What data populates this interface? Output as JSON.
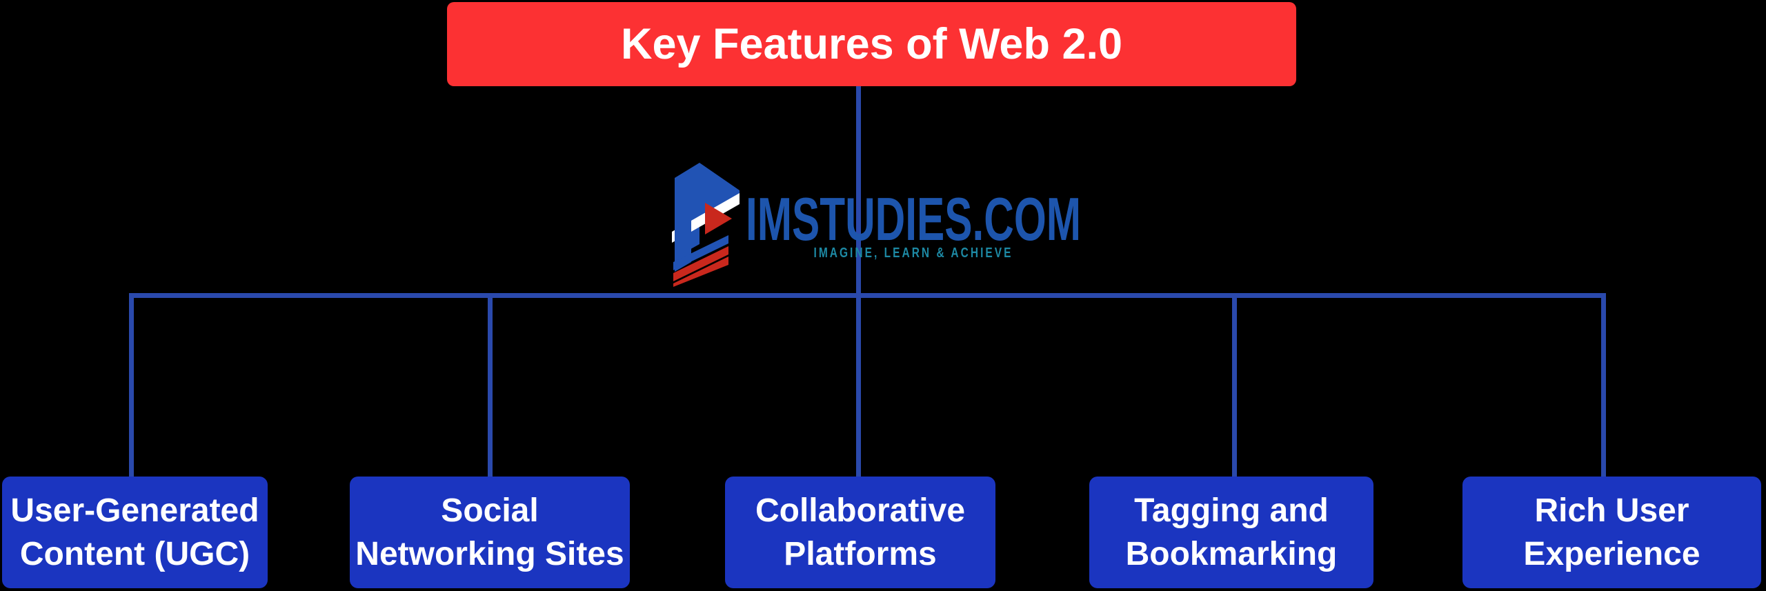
{
  "palette": {
    "background": "#000000",
    "root_box_red": "#fc3133",
    "feature_box_blue": "#1b35c0",
    "connector_blue": "#2a49ac",
    "box_text": "#ffffff",
    "logo_text_blue": "#1d55ad",
    "logo_tagline_teal": "#1d89a4",
    "logo_icon_blue": "#2153b4",
    "logo_icon_red": "#c9281d"
  },
  "root": {
    "title": "Key Features of Web 2.0"
  },
  "features": [
    {
      "lines": [
        "User-Generated",
        "Content (UGC)"
      ]
    },
    {
      "lines": [
        "Social",
        "Networking Sites"
      ]
    },
    {
      "lines": [
        "Collaborative",
        "Platforms"
      ]
    },
    {
      "lines": [
        "Tagging and",
        "Bookmarking"
      ]
    },
    {
      "lines": [
        "Rich User",
        "Experience"
      ]
    }
  ],
  "logo": {
    "wordmark": "IMSTUDIES.COM",
    "tagline": "IMAGINE, LEARN & ACHIEVE",
    "icon": "stylized-R-with-red-arrow-and-chevrons"
  }
}
